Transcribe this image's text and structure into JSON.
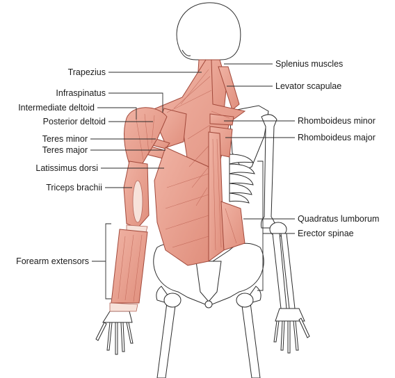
{
  "labels": {
    "trapezius": "Trapezius",
    "infraspinatus": "Infraspinatus",
    "intermediate_deltoid": "Intermediate deltoid",
    "posterior_deltoid": "Posterior deltoid",
    "teres_minor": "Teres minor",
    "teres_major": "Teres major",
    "latissimus_dorsi": "Latissimus dorsi",
    "triceps_brachii": "Triceps brachii",
    "forearm_extensors": "Forearm extensors",
    "splenius_muscles": "Splenius muscles",
    "levator_scapulae": "Levator scapulae",
    "rhomboideus_minor": "Rhomboideus minor",
    "rhomboideus_major": "Rhomboideus major",
    "quadratus_lumborum": "Quadratus lumborum",
    "erector_spinae": "Erector spinae"
  },
  "colors": {
    "muscle": "#e8a393",
    "muscle_dark": "#c96d5c",
    "bone": "#ffffff",
    "outline": "#2b2b2b"
  }
}
